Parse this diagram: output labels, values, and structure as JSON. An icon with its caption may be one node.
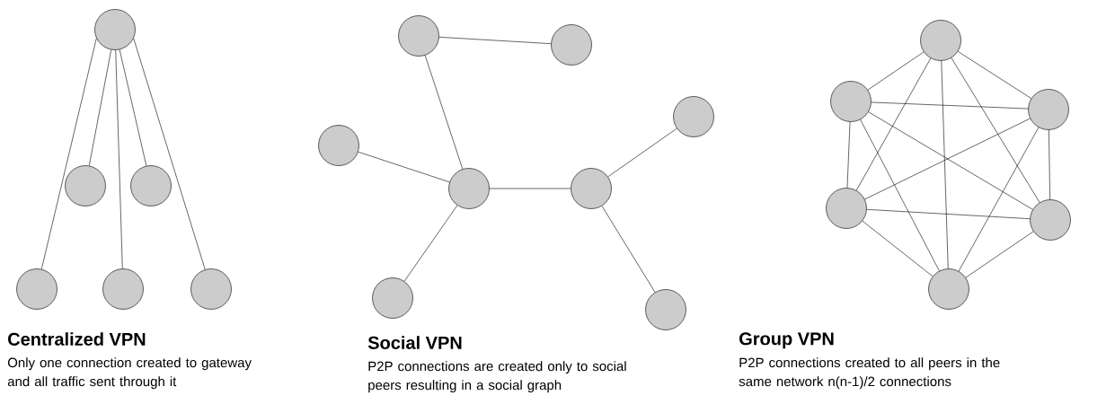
{
  "diagram": {
    "nodes": [
      {
        "text": [],
        "shape": "circle"
      },
      {
        "text": [],
        "shape": "circle"
      },
      {
        "text": [],
        "shape": "circle"
      },
      {
        "text": [],
        "shape": "circle"
      },
      {
        "text": [],
        "shape": "circle"
      },
      {
        "text": [],
        "shape": "circle"
      },
      {
        "text": [],
        "shape": "circle"
      },
      {
        "text": [],
        "shape": "circle"
      },
      {
        "text": [],
        "shape": "circle"
      },
      {
        "text": [],
        "shape": "circle"
      },
      {
        "text": [],
        "shape": "circle"
      },
      {
        "text": [],
        "shape": "circle"
      },
      {
        "text": [],
        "shape": "circle"
      },
      {
        "text": [],
        "shape": "circle"
      },
      {
        "text": [],
        "shape": "circle"
      },
      {
        "text": [],
        "shape": "circle"
      },
      {
        "text": [],
        "shape": "circle"
      },
      {
        "text": [],
        "shape": "circle"
      },
      {
        "text": [],
        "shape": "circle"
      },
      {
        "text": [],
        "shape": "circle"
      }
    ],
    "edges": [
      {
        "from": 0,
        "to": 1,
        "arrow": "none"
      },
      {
        "from": 0,
        "to": 2,
        "arrow": "none"
      },
      {
        "from": 0,
        "to": 3,
        "arrow": "none"
      },
      {
        "from": 0,
        "to": 4,
        "arrow": "none"
      },
      {
        "from": 0,
        "to": 5,
        "arrow": "none"
      },
      {
        "from": 6,
        "to": 7,
        "arrow": "none"
      },
      {
        "from": 6,
        "to": 9,
        "arrow": "none"
      },
      {
        "from": 8,
        "to": 9,
        "arrow": "none"
      },
      {
        "from": 9,
        "to": 10,
        "arrow": "none"
      },
      {
        "from": 10,
        "to": 11,
        "arrow": "none"
      },
      {
        "from": 9,
        "to": 12,
        "arrow": "none"
      },
      {
        "from": 10,
        "to": 13,
        "arrow": "none"
      },
      {
        "from": 14,
        "to": 15,
        "arrow": "none"
      },
      {
        "from": 14,
        "to": 16,
        "arrow": "none"
      },
      {
        "from": 14,
        "to": 17,
        "arrow": "none"
      },
      {
        "from": 14,
        "to": 18,
        "arrow": "none"
      },
      {
        "from": 14,
        "to": 19,
        "arrow": "none"
      },
      {
        "from": 15,
        "to": 16,
        "arrow": "none"
      },
      {
        "from": 15,
        "to": 17,
        "arrow": "none"
      },
      {
        "from": 15,
        "to": 18,
        "arrow": "none"
      },
      {
        "from": 15,
        "to": 19,
        "arrow": "none"
      },
      {
        "from": 16,
        "to": 17,
        "arrow": "none"
      },
      {
        "from": 16,
        "to": 18,
        "arrow": "none"
      },
      {
        "from": 16,
        "to": 19,
        "arrow": "none"
      },
      {
        "from": 17,
        "to": 18,
        "arrow": "none"
      },
      {
        "from": 17,
        "to": 19,
        "arrow": "none"
      },
      {
        "from": 18,
        "to": 19,
        "arrow": "none"
      }
    ],
    "labels": [
      "Centralized VPN",
      "Only one connection created to gateway and all traffic sent through it",
      "Social VPN",
      "P2P connections are created only to social peers resulting in a social graph",
      "Group VPN",
      "P2P connections created to all peers in the same network n(n-1)/2 connections"
    ]
  }
}
